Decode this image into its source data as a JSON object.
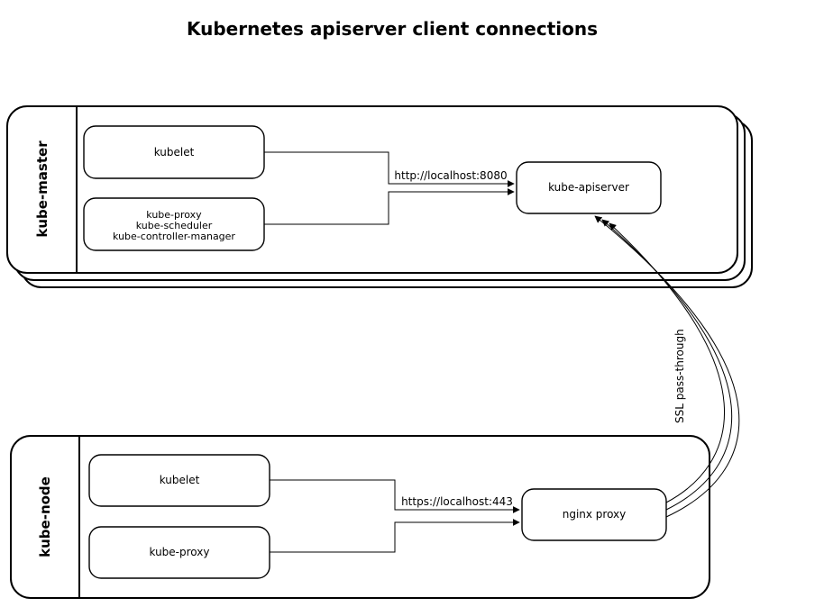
{
  "title": "Kubernetes apiserver client connections",
  "diagram": {
    "clusters": [
      {
        "id": "kube-master",
        "label": "kube-master",
        "stacked_copies": 3,
        "nodes": [
          {
            "id": "master-kubelet",
            "label": "kubelet"
          },
          {
            "id": "master-control-services",
            "lines": [
              "kube-proxy",
              "kube-scheduler",
              "kube-controller-manager"
            ]
          },
          {
            "id": "kube-apiserver",
            "label": "kube-apiserver"
          }
        ]
      },
      {
        "id": "kube-node",
        "label": "kube-node",
        "stacked_copies": 1,
        "nodes": [
          {
            "id": "node-kubelet",
            "label": "kubelet"
          },
          {
            "id": "node-kube-proxy",
            "label": "kube-proxy"
          },
          {
            "id": "nginx-proxy",
            "label": "nginx proxy"
          }
        ]
      }
    ],
    "edges": [
      {
        "from": "master-kubelet",
        "to": "kube-apiserver",
        "label": "http://localhost:8080"
      },
      {
        "from": "master-control-services",
        "to": "kube-apiserver",
        "label": "http://localhost:8080"
      },
      {
        "from": "node-kubelet",
        "to": "nginx-proxy",
        "label": "https://localhost:443"
      },
      {
        "from": "node-kube-proxy",
        "to": "nginx-proxy",
        "label": "https://localhost:443"
      },
      {
        "from": "nginx-proxy",
        "to": "kube-apiserver",
        "label": "SSL pass-through"
      }
    ],
    "edge_labels": {
      "master_http": "http://localhost:8080",
      "node_https": "https://localhost:443",
      "ssl": "SSL pass-through"
    }
  },
  "colors": {
    "background": "#ffffff",
    "node_fill": "#ffffff",
    "stroke": "#000000"
  }
}
